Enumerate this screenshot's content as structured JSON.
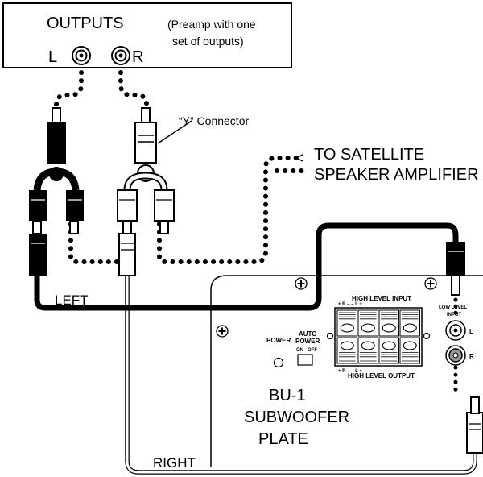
{
  "preamp": {
    "title": "OUTPUTS",
    "note_line1": "(Preamp with one",
    "note_line2": "set of outputs)",
    "left_label": "L",
    "right_label": "R"
  },
  "y_connector_label": "“Y” Connector",
  "satellite": {
    "line1": "TO SATELLITE",
    "line2": "SPEAKER AMPLIFIER"
  },
  "cable_labels": {
    "left": "LEFT",
    "right": "RIGHT"
  },
  "plate": {
    "high_level_input": "HIGH LEVEL INPUT",
    "high_level_output": "HIGH LEVEL OUTPUT",
    "polarity_top": "+   R   –        –   L   +",
    "polarity_bottom": "+   R   –        –   L   +",
    "power": "POWER",
    "auto_power_line1": "AUTO",
    "auto_power_line2": "POWER",
    "on": "ON",
    "off": "OFF",
    "low_level_line1": "LOW LEVEL",
    "low_level_line2": "INPUT",
    "low_l": "L",
    "low_r": "R",
    "name_line1": "BU-1",
    "name_line2": "SUBWOOFER",
    "name_line3": "PLATE"
  }
}
